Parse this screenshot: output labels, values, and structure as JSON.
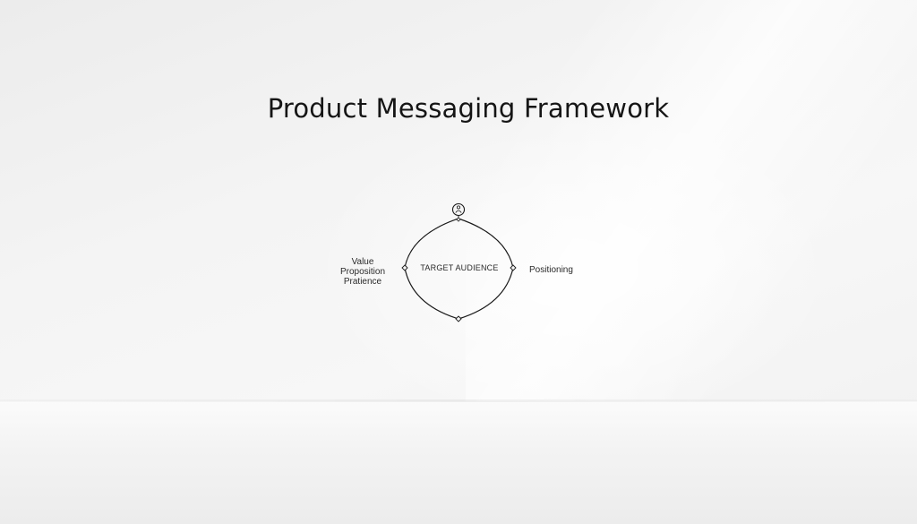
{
  "title": "Product Messaging Framework",
  "diagram": {
    "center_label": "TARGET AUDIENCE",
    "left_label_lines": [
      "Value",
      "Proposition",
      "Pratience"
    ],
    "right_label": "Positioning",
    "top_node_icon": "person-icon"
  },
  "colors": {
    "background": "#f1f1f1",
    "ink": "#1a1a1a"
  }
}
